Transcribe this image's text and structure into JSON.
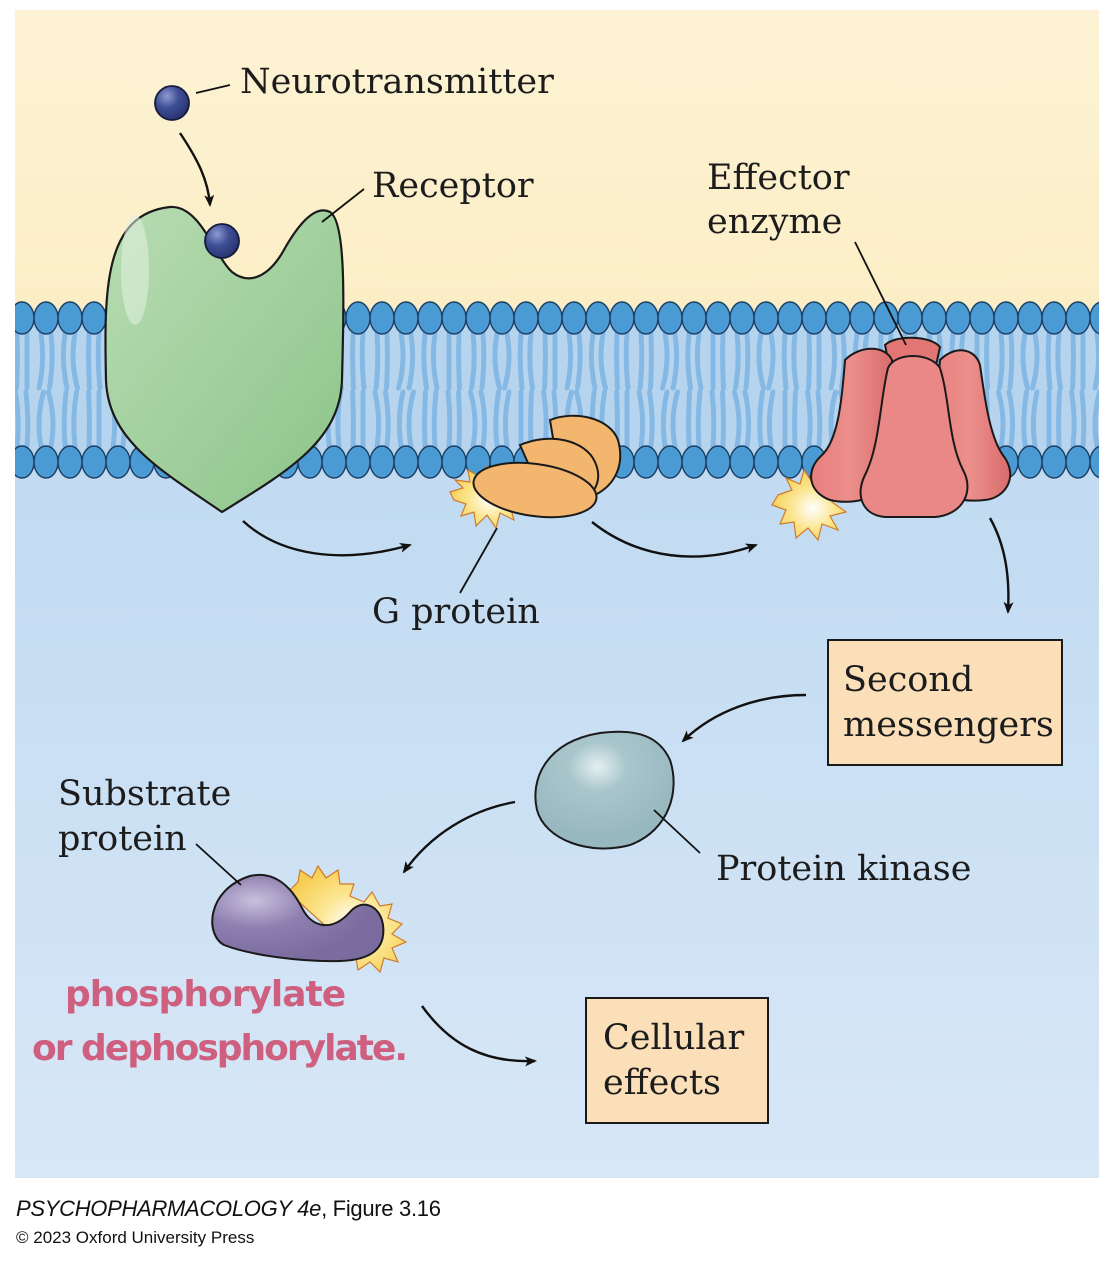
{
  "figure": {
    "labels": {
      "neurotransmitter": "Neurotransmitter",
      "receptor": "Receptor",
      "effector_line1": "Effector",
      "effector_line2": "enzyme",
      "g_protein": "G protein",
      "second_messengers_line1": "Second",
      "second_messengers_line2": "messengers",
      "substrate_line1": "Substrate",
      "substrate_line2": "protein",
      "protein_kinase": "Protein kinase",
      "cellular_effects_line1": "Cellular",
      "cellular_effects_line2": "effects"
    },
    "handwritten_note": {
      "line1": "phosphorylate",
      "line2": "or dephosphorylate.",
      "color": "#cf5f7e"
    },
    "colors": {
      "extracellular": "#fbf1cf",
      "intracellular": "#cfe1f3",
      "lipid_head": "#4a9ad4",
      "lipid_tail": "#7fb6e2",
      "receptor": "#9fcf9c",
      "neurotransmitter": "#3b4a8f",
      "g_protein": "#f2b46e",
      "effector_enzyme": "#e57f7c",
      "protein_kinase": "#9fbfc6",
      "substrate_protein": "#8576a8",
      "phosphate_burst": "#f8d766",
      "box_fill": "#fbdfb9"
    }
  },
  "caption": {
    "book_title": "PSYCHOPHARMACOLOGY 4e",
    "figure_ref": ", Figure 3.16",
    "copyright": "© 2023 Oxford University Press"
  }
}
